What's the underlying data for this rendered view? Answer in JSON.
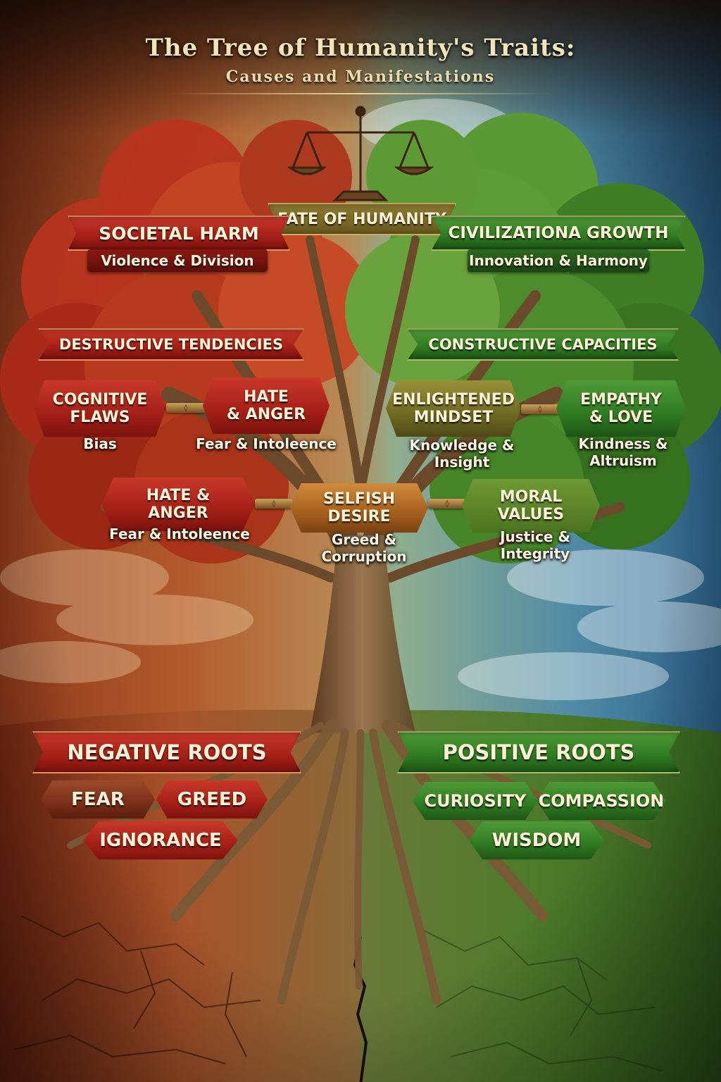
{
  "header": {
    "title": "The Tree of Humanity's Traits:",
    "subtitle": "Causes and Manifestations"
  },
  "center": {
    "fate_label": "FATE OF HUMANITY"
  },
  "negative_side": {
    "top_banner": "SOCIETAL HARM",
    "top_sub": "Violence & Division",
    "middle_banner": "DESTRUCTIVE TENDENCIES",
    "nodes": [
      {
        "label": "COGNITIVE\nFLAWS",
        "caption": "Bias"
      },
      {
        "label": "HATE\n& ANGER",
        "caption": "Fear & Intoleence"
      },
      {
        "label": "HATE &\nANGER",
        "caption": "Fear & Intoleence"
      }
    ],
    "center_node": {
      "label": "SELFISH\nDESIRE",
      "caption": "Greed & Corruption"
    },
    "roots_banner": "NEGATIVE ROOTS",
    "roots": [
      "FEAR",
      "GREED",
      "IGNORANCE"
    ]
  },
  "positive_side": {
    "top_banner": "CIVILIZATIONA GROWTH",
    "top_sub": "Innovation & Harmony",
    "middle_banner": "CONSTRUCTIVE CAPACITIES",
    "nodes": [
      {
        "label": "ENLIGHTENED\nMINDSET",
        "caption": "Knowledge & Insight"
      },
      {
        "label": "EMPATHY\n& LOVE",
        "caption": "Kindness &\nAltruism"
      },
      {
        "label": "MORAL\nVALUES",
        "caption": "Justice & Integrity"
      }
    ],
    "roots_banner": "POSITIVE ROOTS",
    "roots": [
      "CURIOSITY",
      "COMPASSION",
      "WISDOM"
    ]
  },
  "colors": {
    "negative": "#a41f17",
    "positive": "#2f7a22",
    "center": "#a6601e",
    "title": "#f3e3b8"
  },
  "icons": [
    "scales-of-justice-icon"
  ]
}
